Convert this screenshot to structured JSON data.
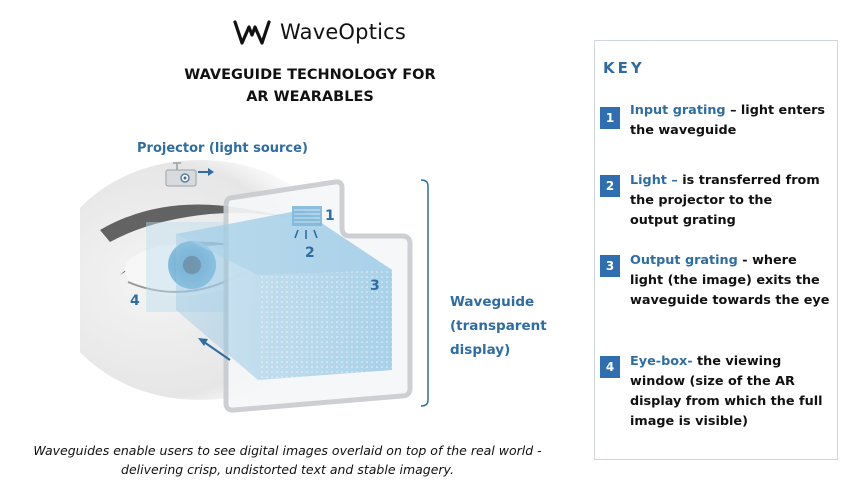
{
  "brand": {
    "name": "WaveOptics",
    "logo_icon": "waveoptics-w-logo"
  },
  "title": {
    "line1": "WAVEGUIDE TECHNOLOGY FOR",
    "line2": "AR WEARABLES"
  },
  "diagram": {
    "projector_label": "Projector (light source)",
    "waveguide_label": {
      "line1": "Waveguide",
      "line2": "(transparent",
      "line3": "display)"
    },
    "markers": [
      "1",
      "2",
      "3",
      "4"
    ],
    "colors": {
      "accent": "#2e6da4",
      "light": "#8fc4e3",
      "glass": "#c9ccd0"
    }
  },
  "caption": {
    "line1": "Waveguides enable users to see digital images overlaid on top of the real world -",
    "line2": "delivering crisp, undistorted text and stable imagery."
  },
  "key": {
    "title": "KEY",
    "items": [
      {
        "number": "1",
        "term": "Input grating",
        "lines": [
          "",
          "the waveguide"
        ],
        "first_rest": " – light enters"
      },
      {
        "number": "2",
        "term": "Light –",
        "first_rest": " is transferred from",
        "lines": [
          "",
          "the projector to the",
          "output grating"
        ]
      },
      {
        "number": "3",
        "term": "Output grating",
        "first_rest": " - where",
        "lines": [
          "",
          "light (the image) exits the",
          "waveguide towards the eye"
        ]
      },
      {
        "number": "4",
        "term": "Eye-box-",
        "first_rest": " the viewing",
        "lines": [
          "",
          "window (size of the AR",
          "display from which the full",
          "image is visible)"
        ]
      }
    ]
  }
}
